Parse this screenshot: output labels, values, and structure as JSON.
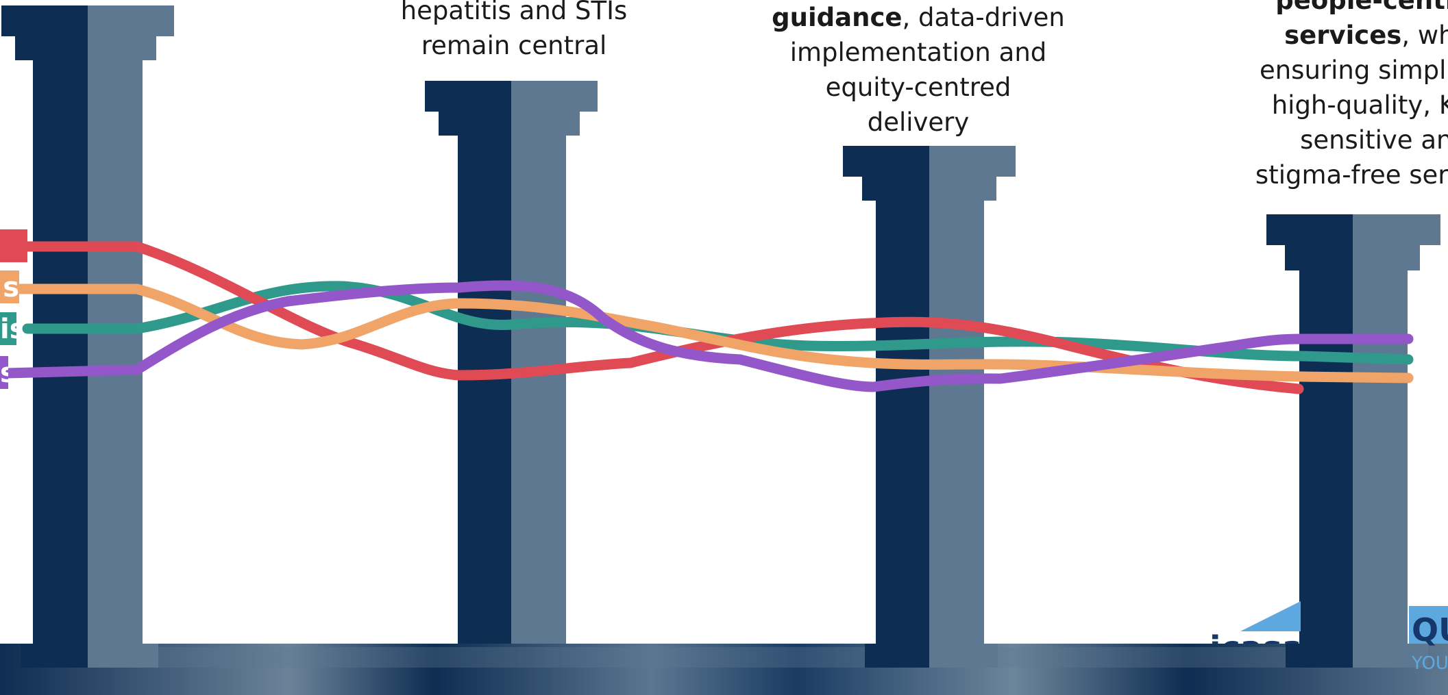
{
  "colors": {
    "column_dark": "#0e2d52",
    "column_light": "#5e7891",
    "red": "#e04a55",
    "orange": "#f0a468",
    "teal": "#2f9a8c",
    "purple": "#9457c9",
    "logo_blue": "#5ea8e0",
    "logo_navy": "#15386b"
  },
  "captions": {
    "c1": {
      "line1": "hepatitis and STIs",
      "line2": "remain central"
    },
    "c2": {
      "bold": "guidance",
      "rest": ", data-driven",
      "line2": "implementation and",
      "line3": "equity-centred",
      "line4": "delivery"
    },
    "c3": {
      "bold1": "people-centred",
      "bold2": "services",
      "rest2": ", while",
      "line3": "ensuring simplified,",
      "line4": "high-quality, KVP-",
      "line5": "sensitive and",
      "line6": "stigma-free services"
    }
  },
  "tags": [
    {
      "text": "",
      "color_key": "red"
    },
    {
      "text": "s",
      "color_key": "orange"
    },
    {
      "text": "is",
      "color_key": "teal"
    },
    {
      "text": "s",
      "color_key": "purple"
    }
  ],
  "logo": {
    "left_text": "icasa",
    "right_text": "QUI",
    "right_sub": "YOU"
  }
}
